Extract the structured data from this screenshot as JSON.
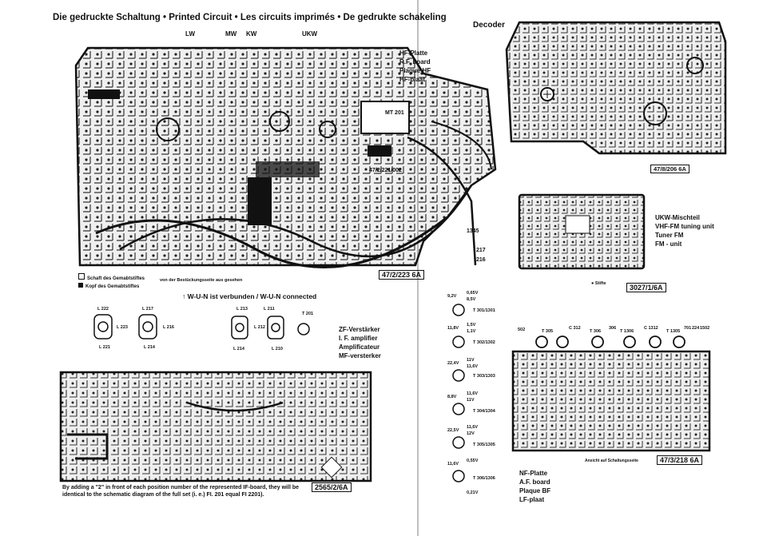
{
  "header": {
    "title": "Die gedruckte Schaltung • Printed Circuit • Les circuits imprimés • De gedrukte schakeling"
  },
  "band_labels": [
    "LW",
    "MW",
    "KW",
    "UKW"
  ],
  "hf_board": {
    "labels": [
      "HF-Platte",
      "R.F. board",
      "Plaque HF",
      "HF-plaat"
    ],
    "component_label": "MT 201",
    "part_number": "47/2/223 6A",
    "inner_part_number": "47/2/221/002",
    "connectors": [
      "1345",
      "217",
      "216"
    ]
  },
  "decoder": {
    "label": "Decoder",
    "part_number": "47/8/206 6A"
  },
  "switch_legend": {
    "lines": [
      "Schaft des Gemabtstiftes",
      "Kopf des Gemabtstiftes"
    ],
    "suffix": "von der Bestückungsseite aus gesehen"
  },
  "wun_note": "W-U-N ist verbunden / W-U-N connected",
  "coils": [
    "L 222",
    "L 223",
    "L 221",
    "L 217",
    "L 216",
    "L 214",
    "L 213",
    "L 212",
    "L 214",
    "L 211",
    "L 210",
    "T 201"
  ],
  "if_board": {
    "labels": [
      "ZF-Verstärker",
      "I. F. amplifier",
      "Amplificateur",
      "MF-versterker"
    ],
    "part_number": "2565/2/6A",
    "note": "By adding a \"2\" in front of each position number of the represented IF-board, they will be identical to the schematic diagram of the full set (i. e.) FI. 201 equal FI 2201)."
  },
  "vhf_tuner": {
    "labels": [
      "UKW-Mischteil",
      "VHF-FM tuning unit",
      "Tuner FM",
      "FM - unit"
    ],
    "part_number": "3027/1/6A",
    "marker_text": "Stifte"
  },
  "transistors": [
    {
      "v1": "9,2V",
      "v2": "0,65V",
      "v3": "8,5V",
      "id": "T 301/1301"
    },
    {
      "v1": "11,8V",
      "v2": "1,5V",
      "v3": "1,1V",
      "id": "T 302/1302"
    },
    {
      "v1": "22,4V",
      "v2": "11V",
      "v3": "11,6V",
      "id": "T 303/1303"
    },
    {
      "v1": "8,8V",
      "v2": "11,6V",
      "v3": "11V",
      "id": "T 304/1304"
    },
    {
      "v1": "22,5V",
      "v2": "11,6V",
      "v3": "12V",
      "id": "T 305/1305"
    },
    {
      "v1": "11,6V",
      "v2": "0,55V",
      "v3": "0,21V",
      "id": "T 306/1306"
    }
  ],
  "af_board": {
    "labels": [
      "NF-Platte",
      "A.F. board",
      "Plaque BF",
      "LF-plaat"
    ],
    "part_number": "47/3/218 6A",
    "view_note": "Ansicht auf Schaltungsseite",
    "top_labels": [
      "502",
      "T 305",
      "C 312",
      "T 306",
      "306",
      "T 1306",
      "C 1312",
      "T 1305",
      "701",
      "224",
      "1502"
    ]
  }
}
